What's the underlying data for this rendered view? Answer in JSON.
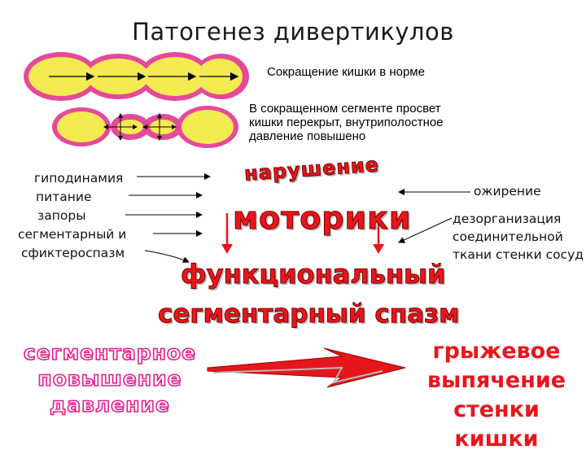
{
  "title": "Патогенез дивертикулов",
  "captions": {
    "normal": "Сокращение кишки в норме",
    "segment_line1": "В сокращенном сегменте просвет",
    "segment_line2": "кишки перекрыт, внутриполостное",
    "segment_line3": "давление повышено"
  },
  "left_factors": [
    "гиподинамия",
    "питание",
    "запоры",
    "сегментарный и",
    "сфиктероспазм"
  ],
  "right_factors": [
    "ожирение",
    "дезорганизация",
    "соединительной",
    "ткани стенки сосуд"
  ],
  "center": {
    "arc_word": "нарушение",
    "motor_word": "моторики",
    "line1": "функциональный",
    "line2": "сегментарный спазм"
  },
  "bottom_left": [
    "сегментарное",
    "повышение",
    "давление"
  ],
  "bottom_right": [
    "грыжевое",
    "выпячение",
    "стенки кишки"
  ],
  "colors": {
    "wall": "#e6489a",
    "lumen": "#f4ea52",
    "arrow_red": "#e8161c",
    "pink_text": "#e81c8c"
  }
}
